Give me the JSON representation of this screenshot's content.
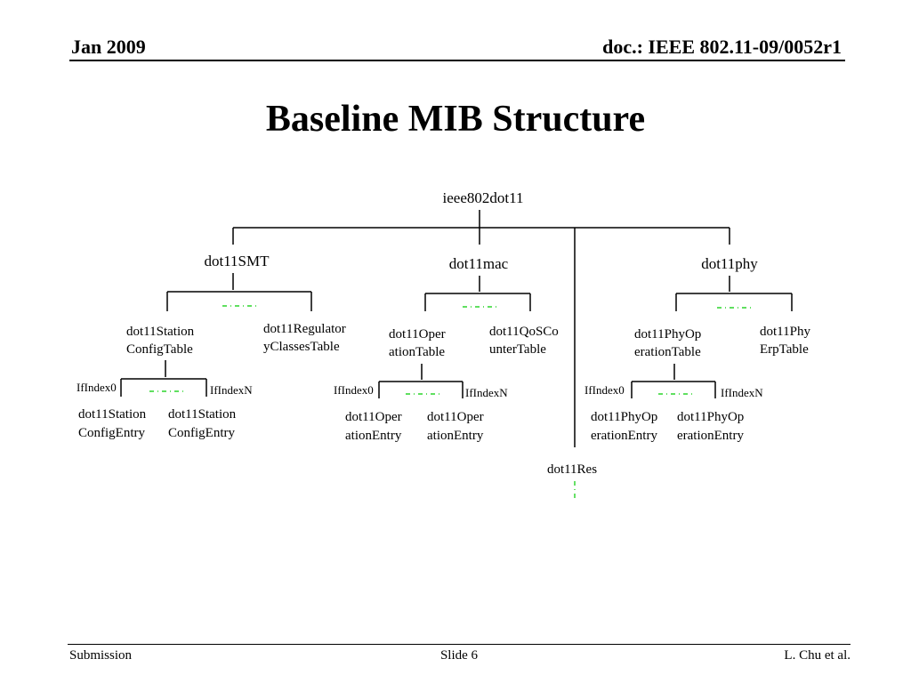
{
  "header": {
    "date": "Jan 2009",
    "doc_id": "doc.: IEEE 802.11-09/0052r1"
  },
  "title": "Baseline MIB Structure",
  "diagram": {
    "root": "ieee802dot11",
    "branches": {
      "smt": {
        "label": "dot11SMT",
        "table_left": [
          "dot11Station",
          "ConfigTable"
        ],
        "table_right": [
          "dot11Regulator",
          "yClassesTable"
        ],
        "index_start": "IfIndex0",
        "index_end": "IfIndexN",
        "entry_left": [
          "dot11Station",
          "ConfigEntry"
        ],
        "entry_right": [
          "dot11Station",
          "ConfigEntry"
        ]
      },
      "mac": {
        "label": "dot11mac",
        "table_left": [
          "dot11Oper",
          "ationTable"
        ],
        "table_right": [
          "dot11QoSCo",
          "unterTable"
        ],
        "index_start": "IfIndex0",
        "index_end": "IfIndexN",
        "entry_left": [
          "dot11Oper",
          "ationEntry"
        ],
        "entry_right": [
          "dot11Oper",
          "ationEntry"
        ]
      },
      "res": {
        "label": "dot11Res"
      },
      "phy": {
        "label": "dot11phy",
        "table_left": [
          "dot11PhyOp",
          "erationTable"
        ],
        "table_right": [
          "dot11Phy",
          "ErpTable"
        ],
        "index_start": "IfIndex0",
        "index_end": "IfIndexN",
        "entry_left": [
          "dot11PhyOp",
          "erationEntry"
        ],
        "entry_right": [
          "dot11PhyOp",
          "erationEntry"
        ]
      }
    },
    "colors": {
      "line": "#000000",
      "ellipsis": "#00cc00"
    }
  },
  "footer": {
    "left": "Submission",
    "center": "Slide 6",
    "right": "L. Chu et al."
  }
}
